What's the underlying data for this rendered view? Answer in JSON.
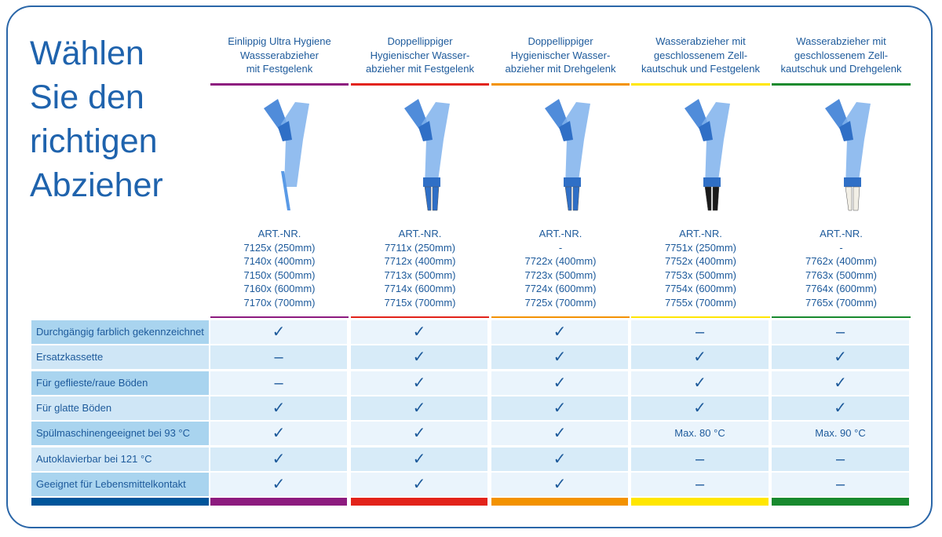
{
  "title": [
    "Wählen",
    "Sie den",
    "richtigen",
    "Abzieher"
  ],
  "colors": {
    "label_bar": "#00559a",
    "label_cell": "#a9d4ef",
    "label_cell_alt": "#cfe6f6",
    "cell": "#eaf4fc",
    "cell_alt": "#d7ebf8"
  },
  "products": [
    {
      "name": [
        "Einlippig Ultra Hygiene",
        "Wassserabzieher",
        "mit Festgelenk"
      ],
      "color": "#8d1b7f",
      "blade": "none",
      "art": [
        "ART.-NR.",
        "7125x (250mm)",
        "7140x (400mm)",
        "7150x (500mm)",
        "7160x (600mm)",
        "7170x (700mm)"
      ]
    },
    {
      "name": [
        "Doppellippiger",
        "Hygienischer Wasser-",
        "abzieher mit Festgelenk"
      ],
      "color": "#e2231a",
      "blade": "blue",
      "art": [
        "ART.-NR.",
        "7711x (250mm)",
        "7712x (400mm)",
        "7713x (500mm)",
        "7714x (600mm)",
        "7715x (700mm)"
      ]
    },
    {
      "name": [
        "Doppellippiger",
        "Hygienischer Wasser-",
        "abzieher mit Drehgelenk"
      ],
      "color": "#f39200",
      "blade": "blue",
      "art": [
        "ART.-NR.",
        "-",
        "7722x (400mm)",
        "7723x (500mm)",
        "7724x (600mm)",
        "7725x (700mm)"
      ]
    },
    {
      "name": [
        "Wasserabzieher mit",
        "geschlossenem Zell-",
        "kautschuk und Festgelenk"
      ],
      "color": "#ffe600",
      "blade": "black",
      "art": [
        "ART.-NR.",
        "7751x (250mm)",
        "7752x (400mm)",
        "7753x (500mm)",
        "7754x (600mm)",
        "7755x (700mm)"
      ]
    },
    {
      "name": [
        "Wasserabzieher mit",
        "geschlossenem Zell-",
        "kautschuk und Drehgelenk"
      ],
      "color": "#188a2e",
      "blade": "white",
      "art": [
        "ART.-NR.",
        "-",
        "7762x (400mm)",
        "7763x (500mm)",
        "7764x (600mm)",
        "7765x (700mm)"
      ]
    }
  ],
  "rows": [
    {
      "label": "Durchgängig farblich gekennzeichnet",
      "values": [
        "✓",
        "✓",
        "✓",
        "–",
        "–"
      ]
    },
    {
      "label": "Ersatzkassette",
      "values": [
        "–",
        "✓",
        "✓",
        "✓",
        "✓"
      ]
    },
    {
      "label": "Für geflieste/raue Böden",
      "values": [
        "–",
        "✓",
        "✓",
        "✓",
        "✓"
      ]
    },
    {
      "label": "Für glatte Böden",
      "values": [
        "✓",
        "✓",
        "✓",
        "✓",
        "✓"
      ]
    },
    {
      "label": "Spülmaschinengeeignet bei 93 °C",
      "values": [
        "✓",
        "✓",
        "✓",
        "Max. 80 °C",
        "Max. 90 °C"
      ]
    },
    {
      "label": "Autoklavierbar bei 121 °C",
      "values": [
        "✓",
        "✓",
        "✓",
        "–",
        "–"
      ]
    },
    {
      "label": "Geeignet für Lebensmittelkontakt",
      "values": [
        "✓",
        "✓",
        "✓",
        "–",
        "–"
      ]
    }
  ]
}
